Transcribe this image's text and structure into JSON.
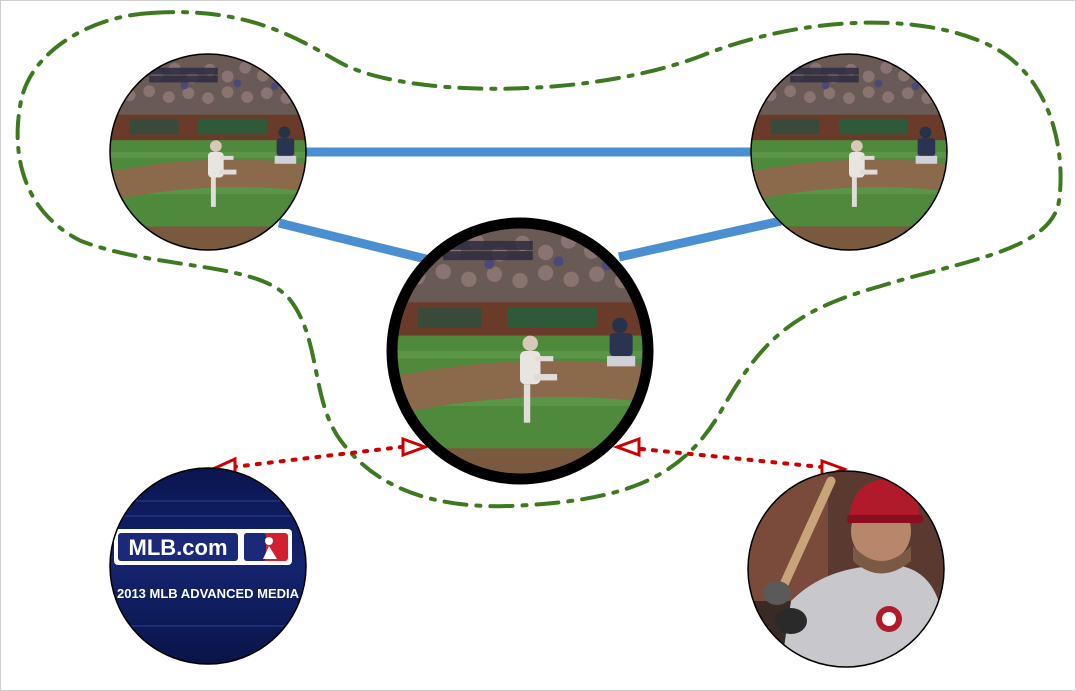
{
  "diagram": {
    "logo_text": "MLB.com",
    "copyright_text": "2013 MLB ADVANCED MEDIA",
    "colors": {
      "cluster_outline": "#3d7a1f",
      "similarity_edge": "#4a90d0",
      "negative_link": "#cc0000",
      "query_ring": "#000000"
    },
    "nodes": [
      {
        "id": "pitcher-top-left",
        "depicts": "baseball pitcher mid-throw, stadium broadcast frame"
      },
      {
        "id": "pitcher-top-right",
        "depicts": "baseball pitcher follow-through, stadium broadcast frame"
      },
      {
        "id": "pitcher-center-query",
        "depicts": "baseball pitcher leg-lift windup, highlighted query frame"
      },
      {
        "id": "mlb-title-card",
        "depicts": "MLB.com title card"
      },
      {
        "id": "batter-closeup",
        "depicts": "Nationals batter close-up"
      }
    ]
  }
}
